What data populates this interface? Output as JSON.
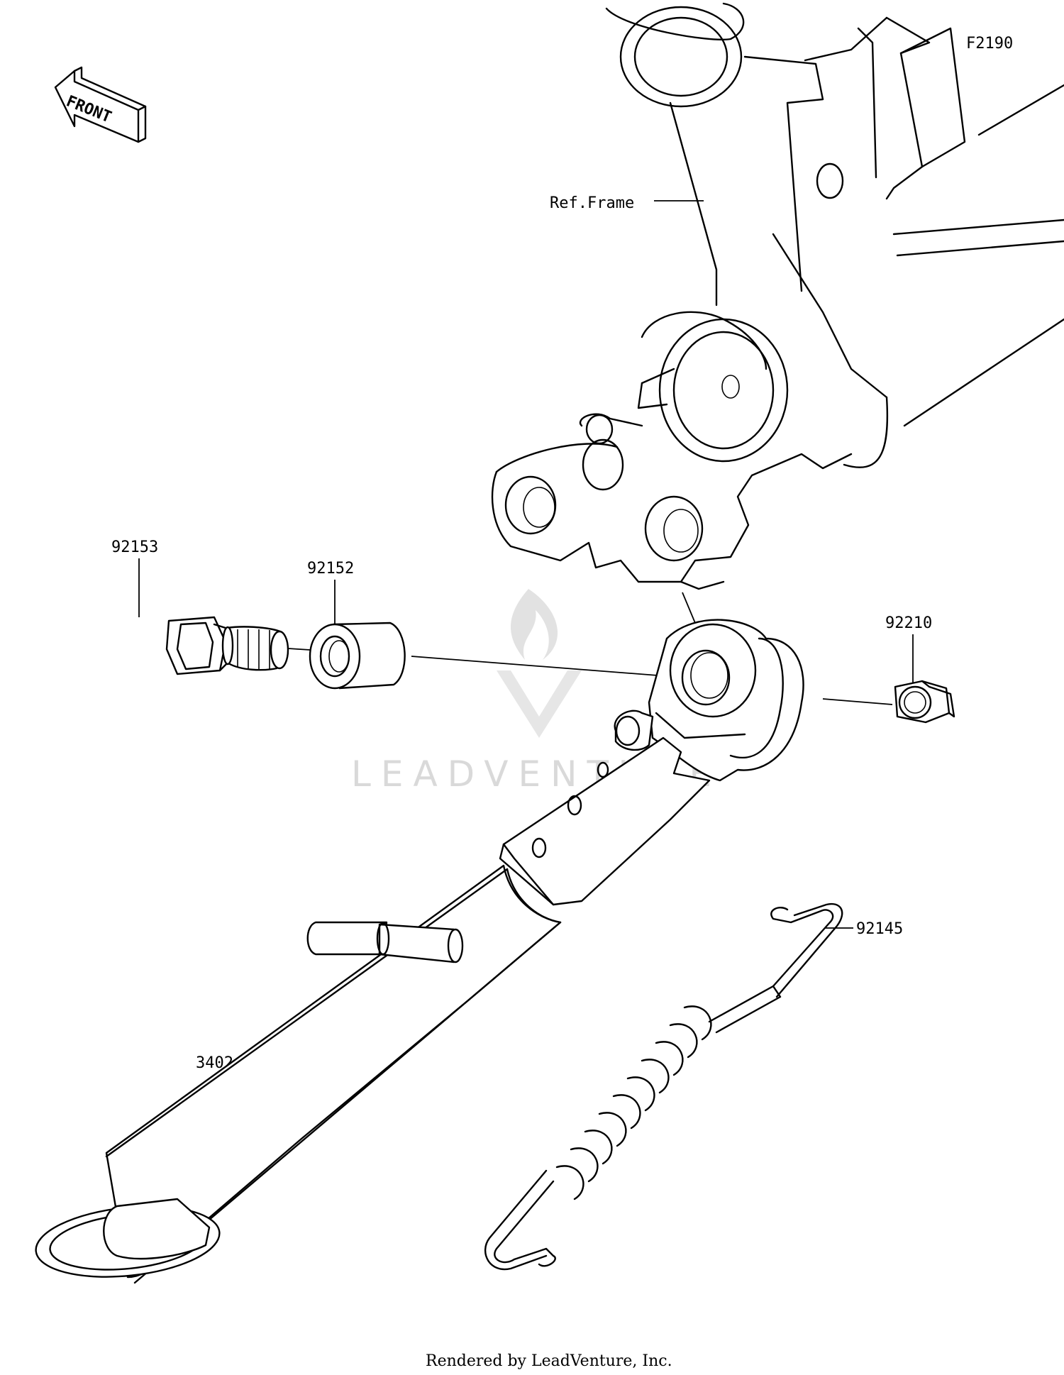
{
  "figure_code": "F2190",
  "front_arrow_text": "FRONT",
  "watermark_text": "LEADVENTURE",
  "footer_text": "Rendered by LeadVenture, Inc.",
  "labels": {
    "ref_frame": "Ref.Frame",
    "bolt": "92153",
    "collar": "92152",
    "nut": "92210",
    "spring": "92145",
    "side_stand": "34024"
  }
}
